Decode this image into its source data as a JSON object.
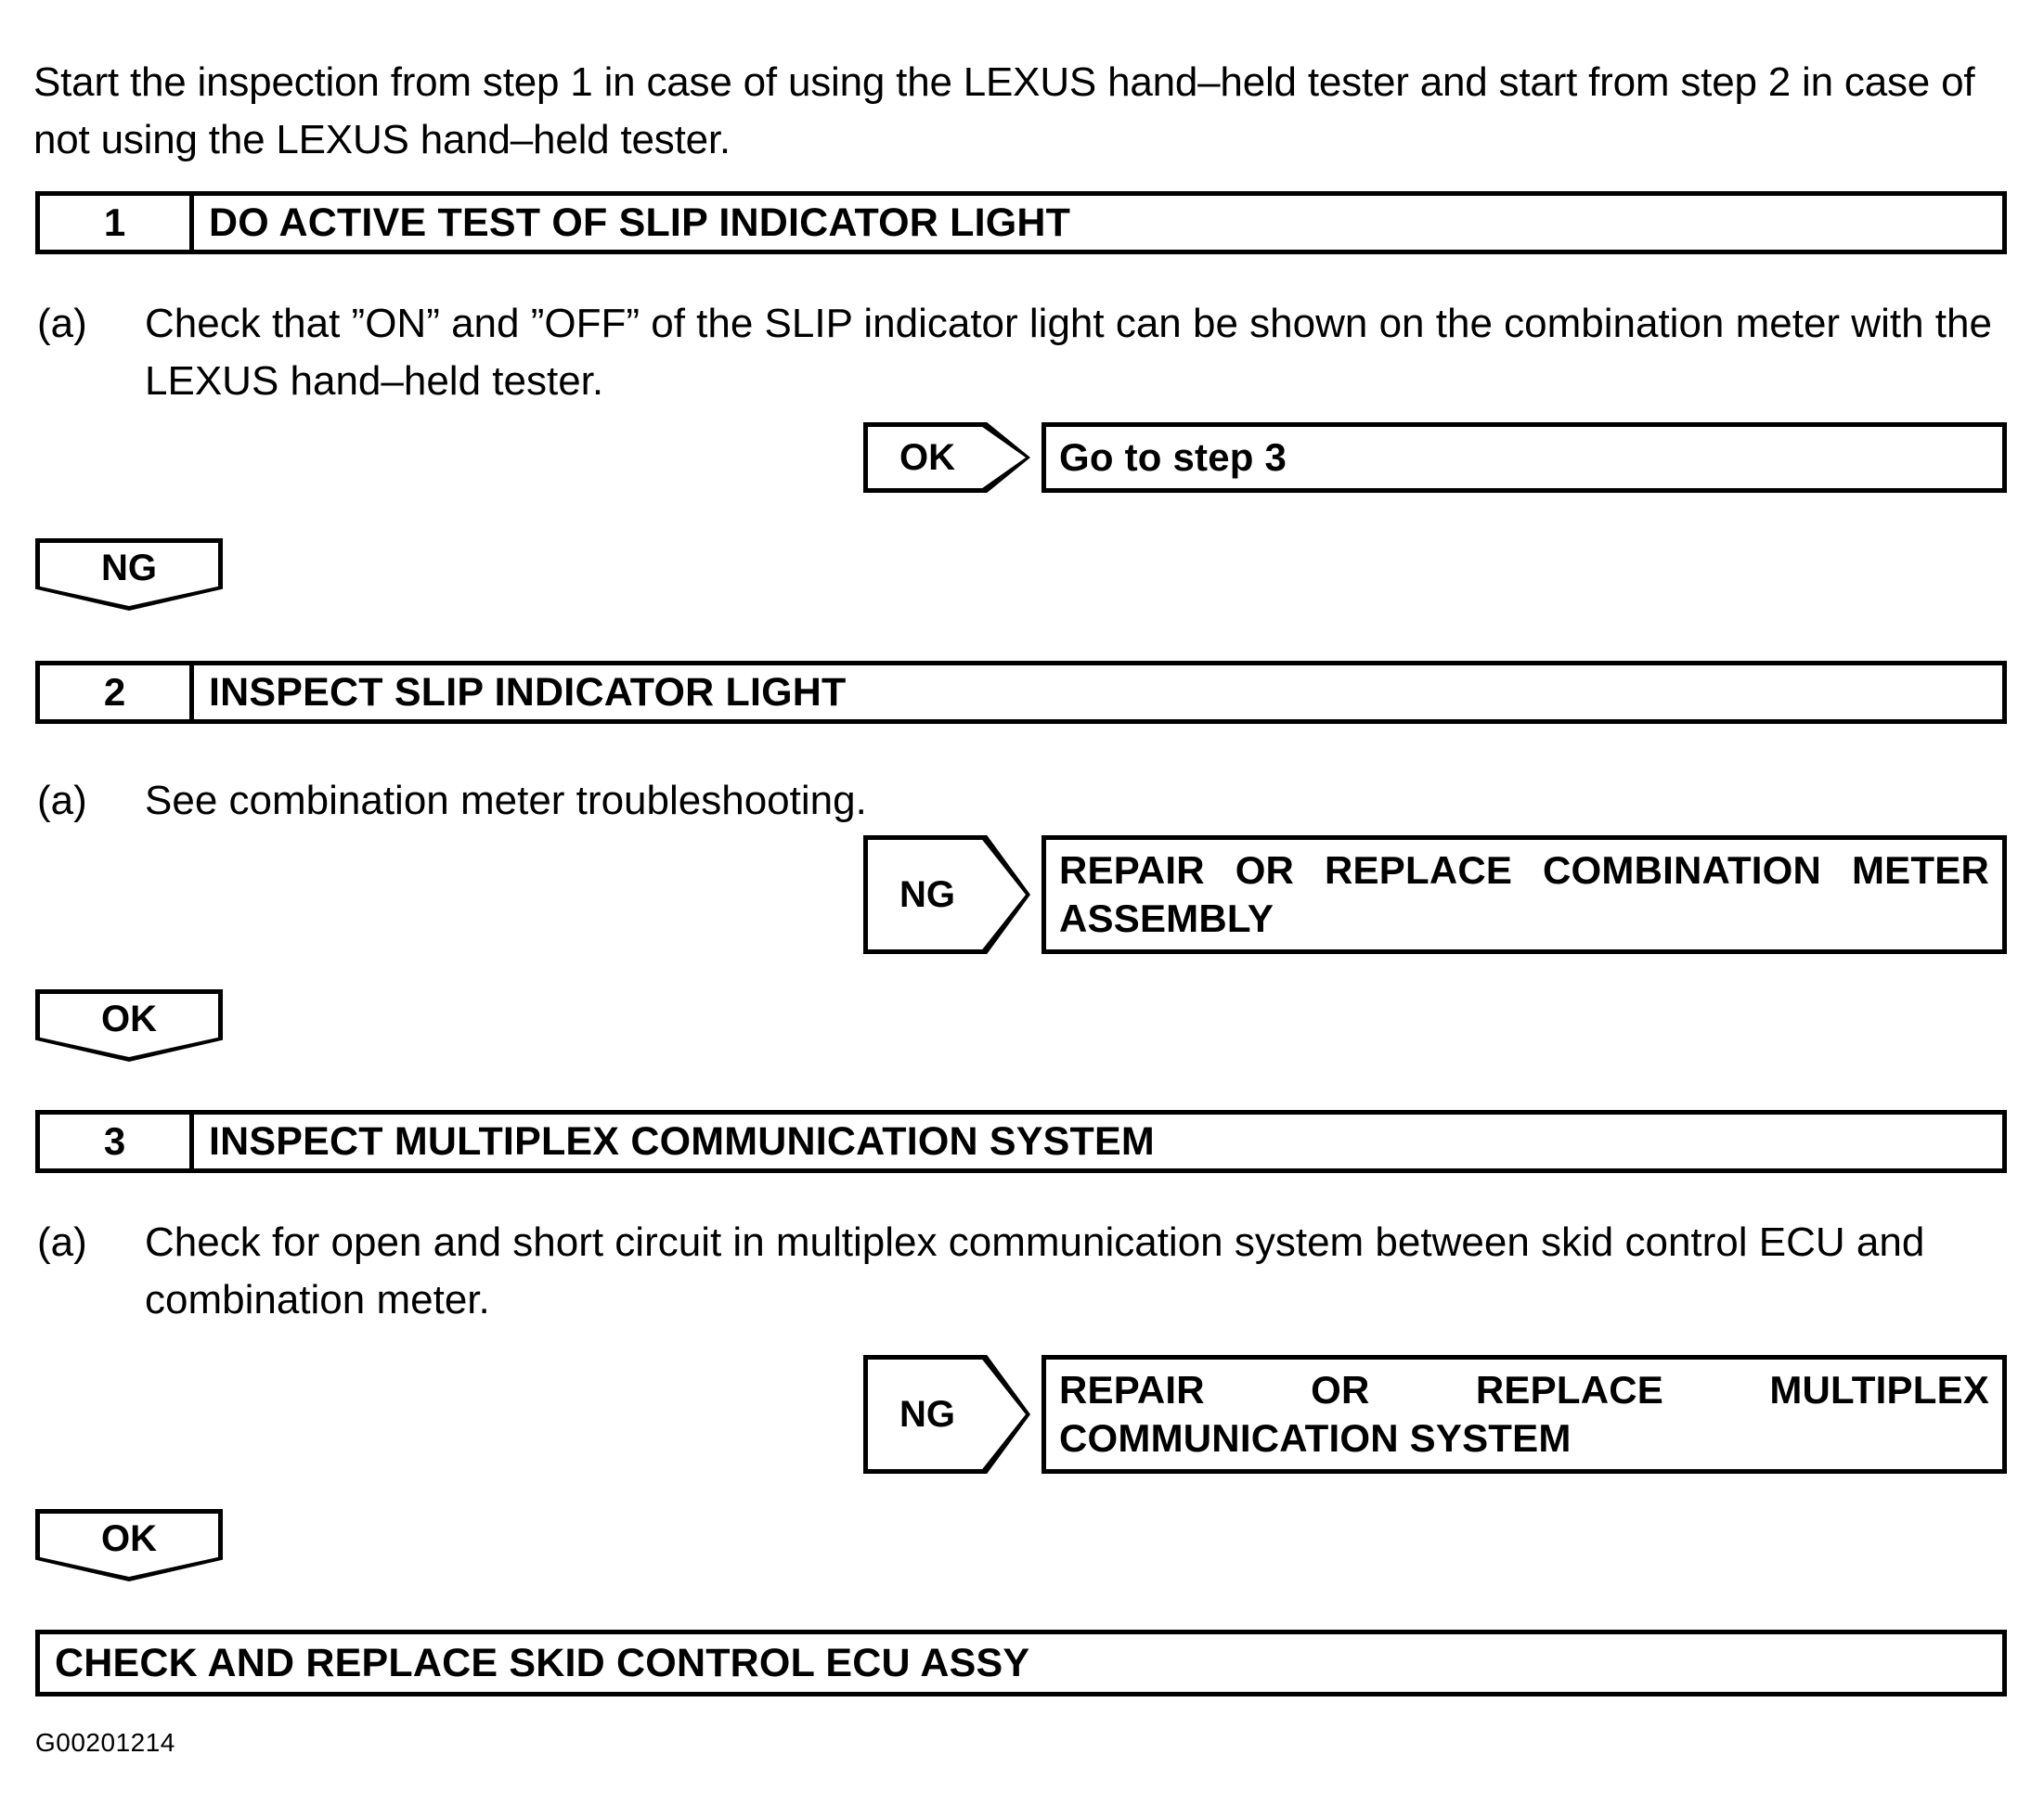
{
  "document": {
    "intro": "Start the inspection from step 1 in case of using the LEXUS hand–held tester and start from step 2 in case of not using the LEXUS hand–held tester.",
    "figure_code": "G00201214",
    "conclusion": "CHECK AND REPLACE SKID CONTROL ECU ASSY"
  },
  "steps": [
    {
      "number": "1",
      "title": "DO ACTIVE TEST OF SLIP INDICATOR LIGHT",
      "item_label": "(a)",
      "item_text": "Check that ”ON” and ”OFF” of the SLIP indicator light can be shown on the combination meter with the LEXUS hand–held tester.",
      "result_tag": "OK",
      "result_text": "Go to step 3",
      "flow_tag": "NG"
    },
    {
      "number": "2",
      "title": "INSPECT SLIP INDICATOR LIGHT",
      "item_label": "(a)",
      "item_text": "See combination meter troubleshooting.",
      "result_tag": "NG",
      "result_line1": "REPAIR OR REPLACE COMBINATION METER",
      "result_line2": "ASSEMBLY",
      "flow_tag": "OK"
    },
    {
      "number": "3",
      "title": "INSPECT MULTIPLEX COMMUNICATION SYSTEM",
      "item_label": "(a)",
      "item_text": "Check for open and short circuit in multiplex communication system between skid control ECU and combination meter.",
      "result_tag": "NG",
      "result_line1": "REPAIR OR REPLACE MULTIPLEX",
      "result_line2": "COMMUNICATION SYSTEM",
      "flow_tag": "OK"
    }
  ]
}
